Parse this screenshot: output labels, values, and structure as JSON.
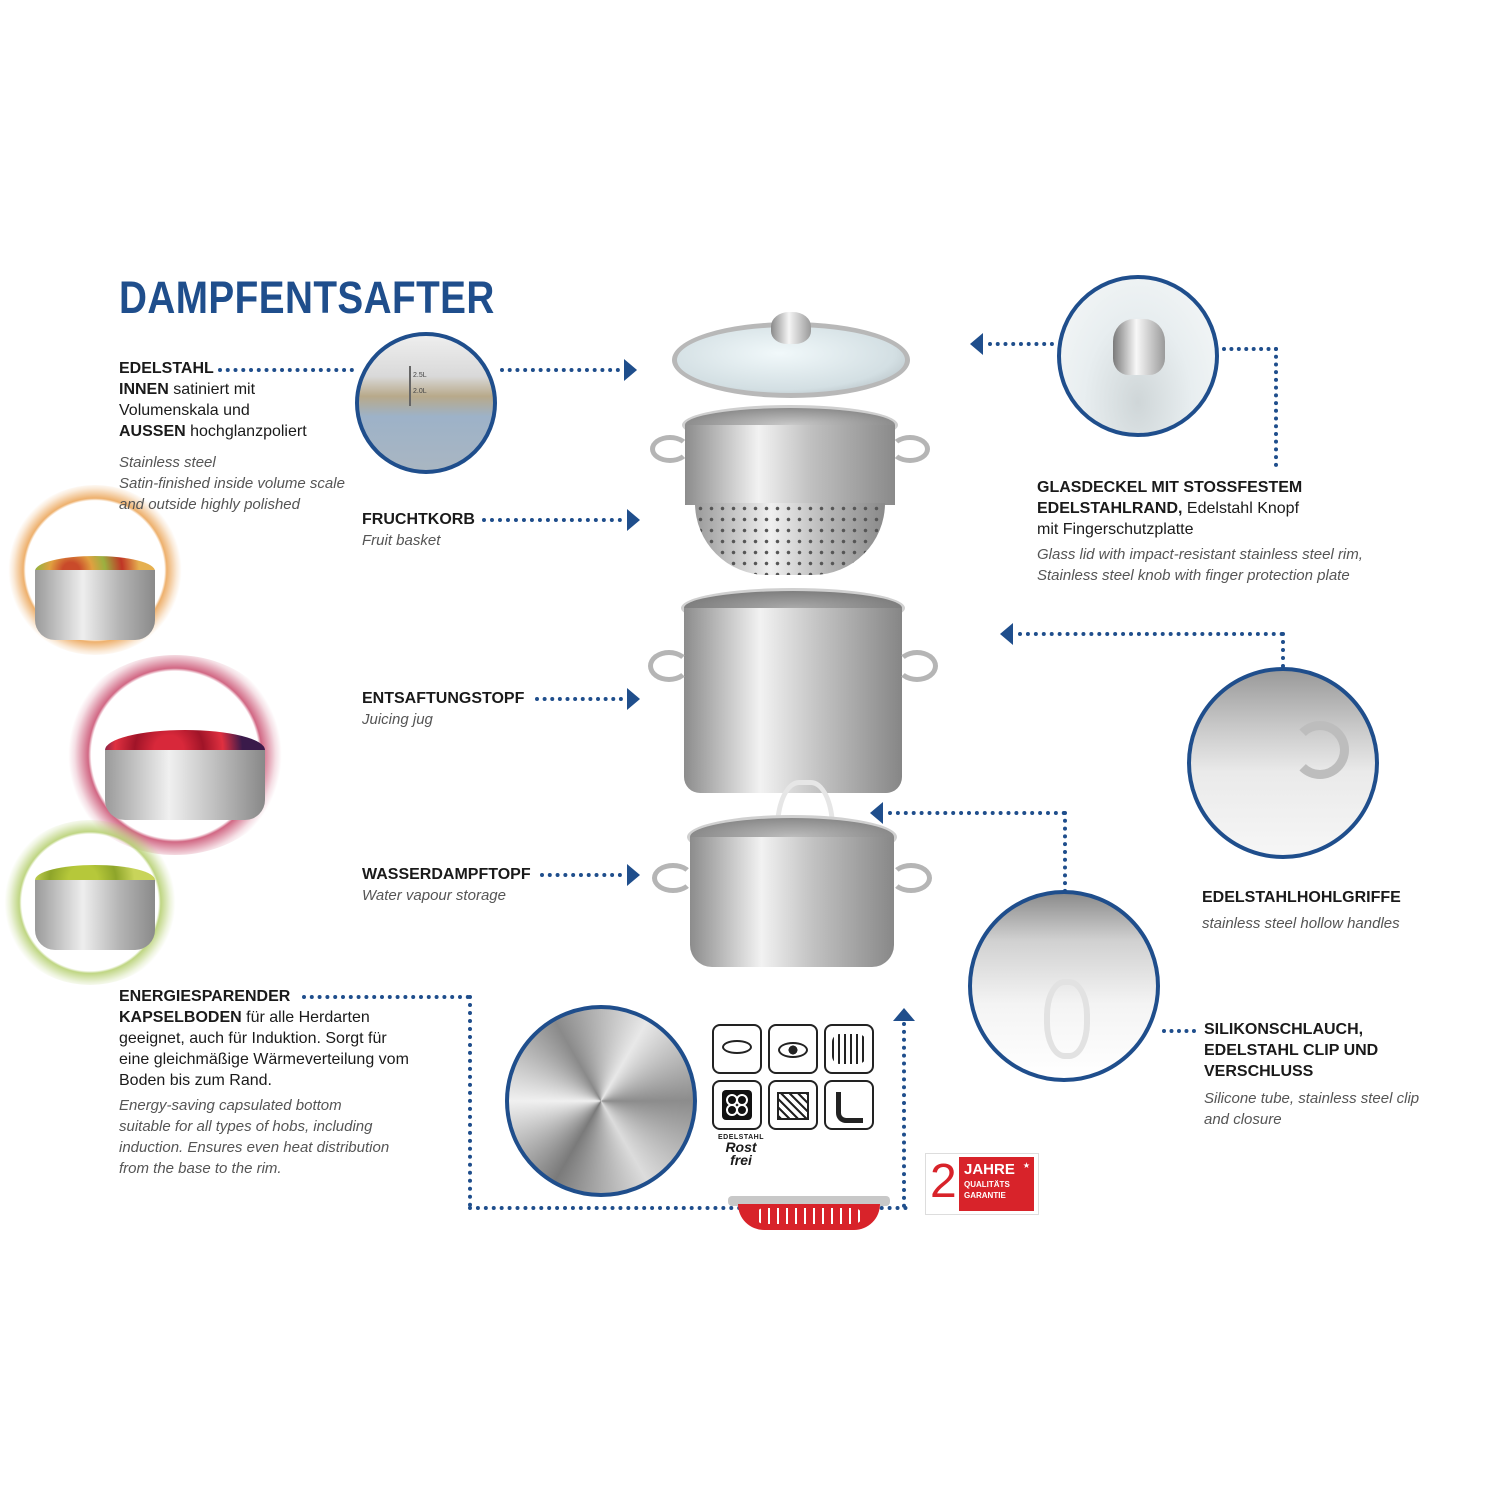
{
  "title": "DAMPFENTSAFTER",
  "steel": {
    "line1_bold": "EDELSTAHL",
    "line2_bold": "INNEN",
    "line2_rest": " satiniert mit",
    "line3": "Volumenskala und",
    "line4_bold": "AUSSEN",
    "line4_rest": " hochglanzpoliert",
    "en1": "Stainless steel",
    "en2": "Satin-finished inside volume scale",
    "en3": "and outside highly polished"
  },
  "basket": {
    "label": "FRUCHTKORB",
    "en": "Fruit basket"
  },
  "jug": {
    "label": "ENTSAFTUNGSTOPF",
    "en": "Juicing jug"
  },
  "water": {
    "label": "WASSERDAMPFTOPF",
    "en": "Water vapour storage"
  },
  "bottom": {
    "l1_bold": "ENERGIESPARENDER",
    "l2_bold": "KAPSELBODEN",
    "l2_rest": " für alle Herdarten",
    "l3": "geeignet, auch für Induktion. Sorgt für",
    "l4": "eine gleichmäßige Wärmeverteilung vom",
    "l5": "Boden bis zum Rand.",
    "en1": "Energy-saving capsulated bottom",
    "en2": "suitable for all types of hobs, including",
    "en3": "induction. Ensures even heat distribution",
    "en4": "from the base to the rim."
  },
  "lid": {
    "l1_bold": "GLASDECKEL MIT STOSSFESTEM",
    "l2_bold": "EDELSTAHLRAND,",
    "l2_rest": " Edelstahl Knopf",
    "l3": "mit Fingerschutzplatte",
    "en1": "Glass lid with impact-resistant stainless steel rim,",
    "en2": "Stainless steel knob with finger protection plate"
  },
  "handles": {
    "label": "EDELSTAHLHOHLGRIFFE",
    "en": "stainless steel hollow handles"
  },
  "tube": {
    "l1": "SILIKONSCHLAUCH,",
    "l2": "EDELSTAHL CLIP UND",
    "l3": "VERSCHLUSS",
    "en1": "Silicone tube, stainless steel clip",
    "en2": "and closure"
  },
  "rostfrei": {
    "top": "EDELSTAHL",
    "l1": "Rost",
    "l2": "frei"
  },
  "guarantee": {
    "num": "2",
    "l1": "JAHRE",
    "l2": "QUALITÄTS",
    "l3": "GARANTIE"
  },
  "colors": {
    "brand_blue": "#1f4e8c",
    "guarantee_red": "#d8232a"
  }
}
